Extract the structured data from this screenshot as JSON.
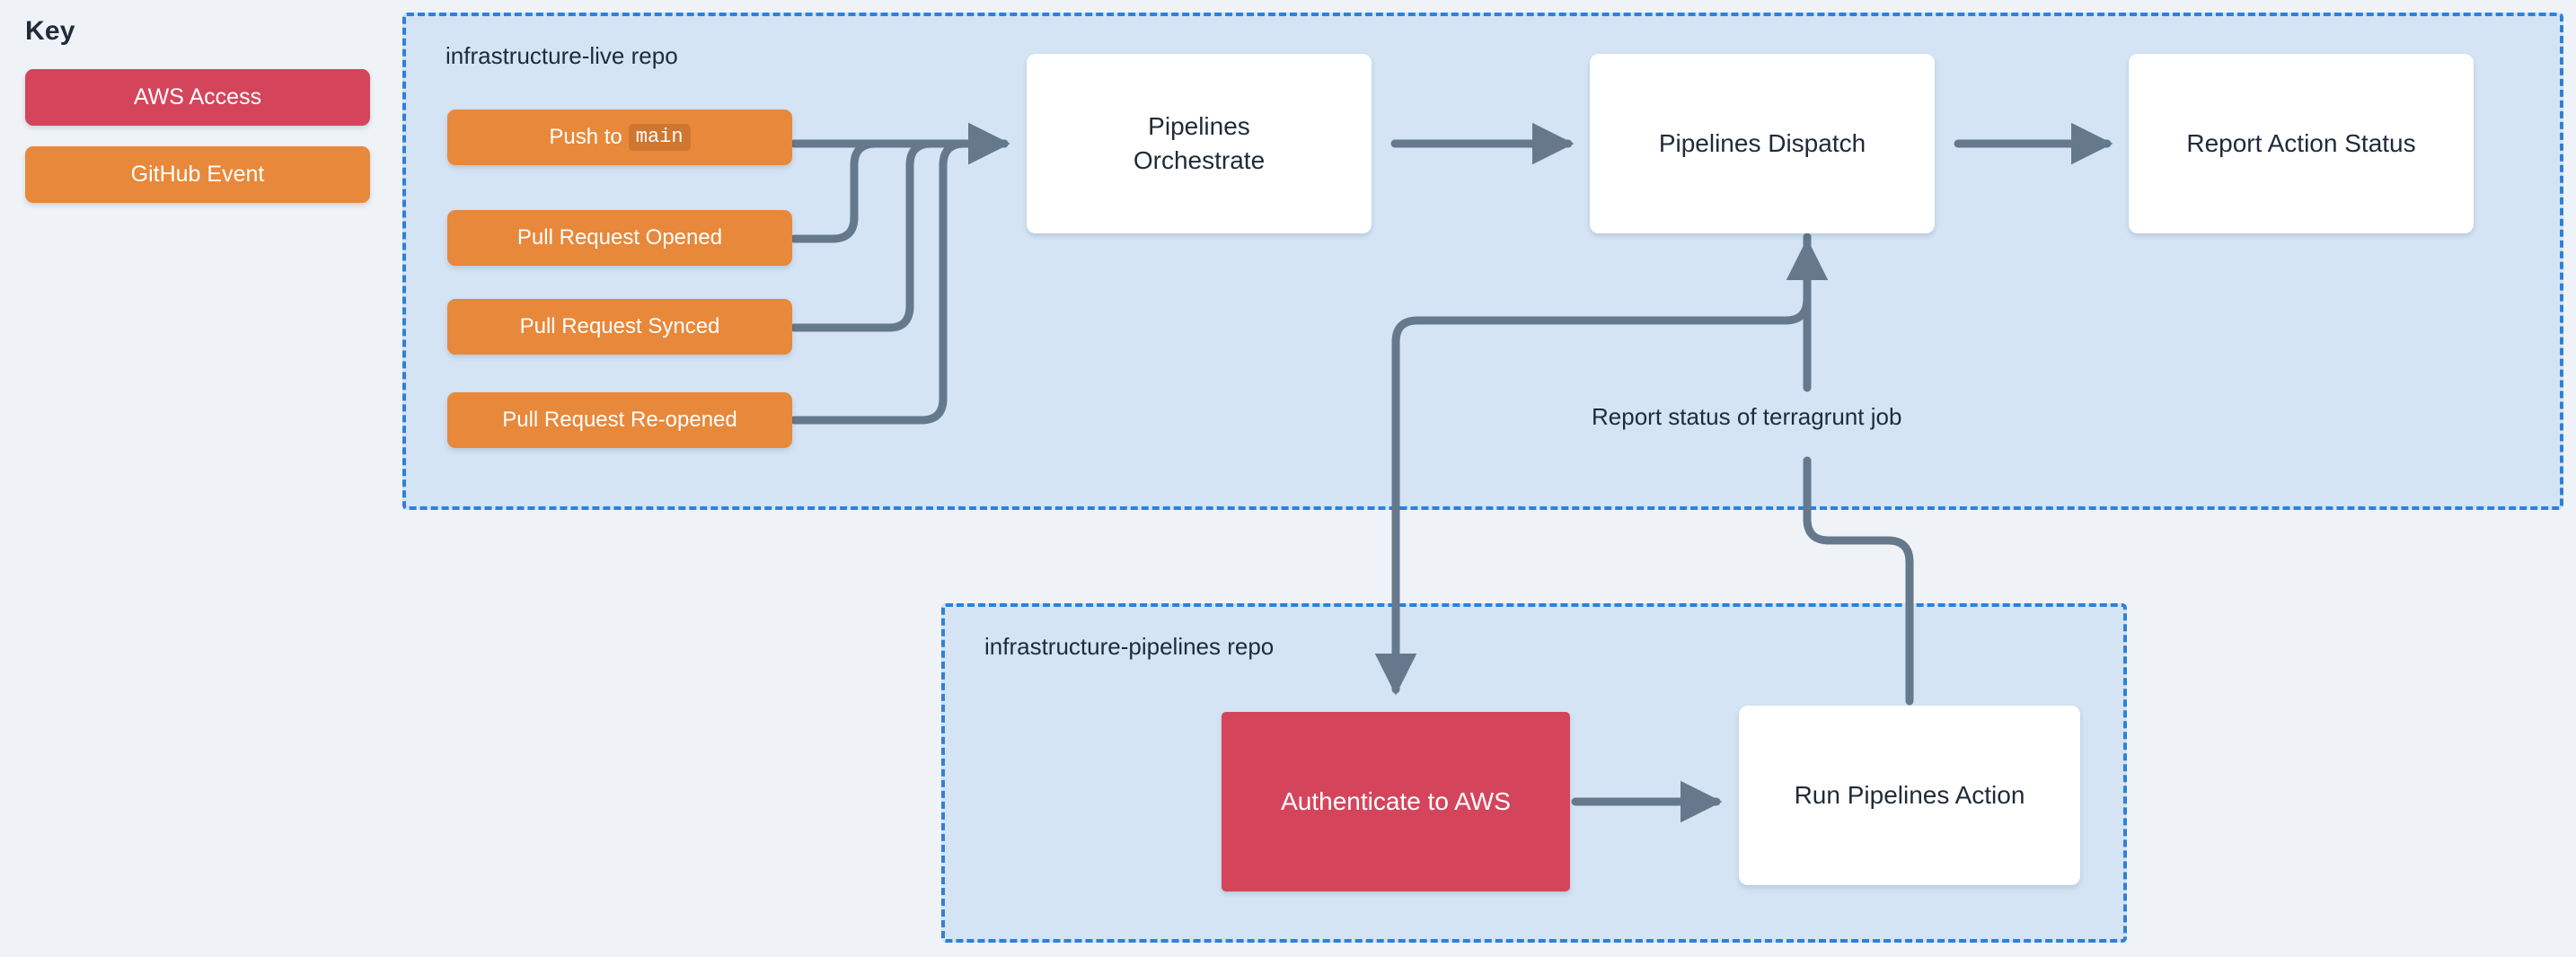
{
  "diagram": {
    "type": "flowchart",
    "background_color": "#eff3f7",
    "colors": {
      "aws_access": "#d4455c",
      "github_event": "#e8883a",
      "subgraph_fill": "#d4e4f5",
      "subgraph_border": "#2f80d8",
      "node_fill": "#ffffff",
      "text": "#1f2b38",
      "edge": "#66798c"
    }
  },
  "key": {
    "title": "Key",
    "items": [
      {
        "label": "AWS Access",
        "color": "#d4455c"
      },
      {
        "label": "GitHub Event",
        "color": "#e8883a"
      }
    ]
  },
  "subgraphs": [
    {
      "id": "infrastructure-live",
      "title": "infrastructure-live repo"
    },
    {
      "id": "infrastructure-pipelines",
      "title": "infrastructure-pipelines repo"
    }
  ],
  "nodes": {
    "push_to_main": {
      "label": "Push to",
      "code": "main",
      "kind": "github-event"
    },
    "pr_opened": {
      "label": "Pull Request Opened",
      "kind": "github-event"
    },
    "pr_synced": {
      "label": "Pull Request Synced",
      "kind": "github-event"
    },
    "pr_reopened": {
      "label": "Pull Request Re-opened",
      "kind": "github-event"
    },
    "orchestrate": {
      "line1": "Pipelines",
      "line2": "Orchestrate",
      "kind": "process"
    },
    "dispatch": {
      "label": "Pipelines Dispatch",
      "kind": "process"
    },
    "report_action": {
      "label": "Report Action Status",
      "kind": "process"
    },
    "authenticate": {
      "label": "Authenticate to AWS",
      "kind": "aws-access"
    },
    "run_action": {
      "label": "Run Pipelines Action",
      "kind": "process"
    }
  },
  "edges": [
    {
      "from": "push_to_main",
      "to": "orchestrate",
      "label": ""
    },
    {
      "from": "pr_opened",
      "to": "orchestrate",
      "label": ""
    },
    {
      "from": "pr_synced",
      "to": "orchestrate",
      "label": ""
    },
    {
      "from": "pr_reopened",
      "to": "orchestrate",
      "label": ""
    },
    {
      "from": "orchestrate",
      "to": "dispatch",
      "label": ""
    },
    {
      "from": "dispatch",
      "to": "report_action",
      "label": ""
    },
    {
      "from": "dispatch",
      "to": "authenticate",
      "label": ""
    },
    {
      "from": "authenticate",
      "to": "run_action",
      "label": ""
    },
    {
      "from": "run_action",
      "to": "dispatch",
      "label": "Report status of terragrunt job"
    }
  ],
  "edge_labels": {
    "terragrunt_status": "Report status of terragrunt job"
  }
}
